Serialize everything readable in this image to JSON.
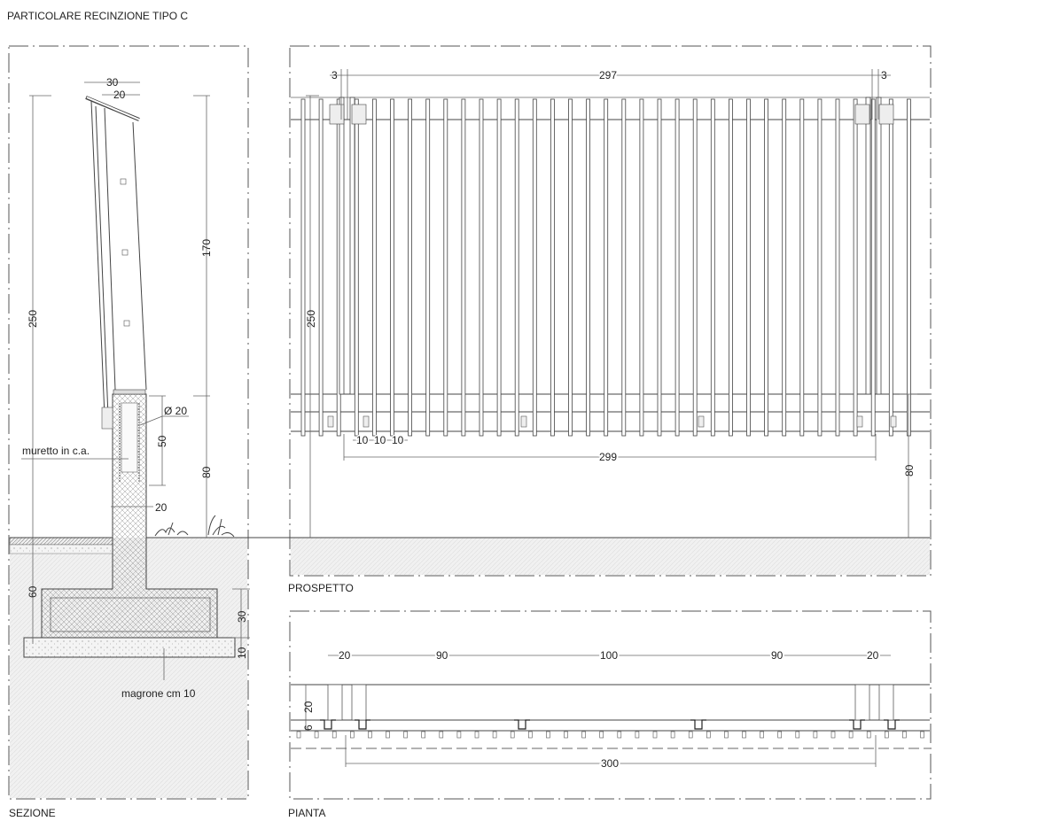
{
  "title": "PARTICOLARE RECINZIONE TIPO C",
  "views": {
    "section": {
      "label": "SEZIONE",
      "dims": {
        "top_width": "30",
        "top_inner": "20",
        "total_height": "250",
        "panel_height": "170",
        "wall_height": "80",
        "anchor_length": "50",
        "bar_diameter": "Ø 20",
        "wall_thickness": "20",
        "foundation_depth": "60",
        "footing_height": "30",
        "blinding_height": "10"
      },
      "notes": {
        "wall": "muretto in c.a.",
        "blinding": "magrone cm 10"
      }
    },
    "elevation": {
      "label": "PROSPETTO",
      "dims": {
        "left_gap": "3",
        "panel_width": "297",
        "right_gap": "3",
        "height": "250",
        "bar_spacing": [
          "10",
          "10",
          "10"
        ],
        "rail_length": "299",
        "wall_height": "80"
      }
    },
    "plan": {
      "label": "PIANTA",
      "dims": {
        "segments": [
          "20",
          "90",
          "100",
          "90",
          "20"
        ],
        "depth": "20",
        "offset": "6",
        "total": "300"
      }
    }
  },
  "colors": {
    "line": "#444444",
    "hatch": "#bbbbbb",
    "background": "#ffffff"
  }
}
